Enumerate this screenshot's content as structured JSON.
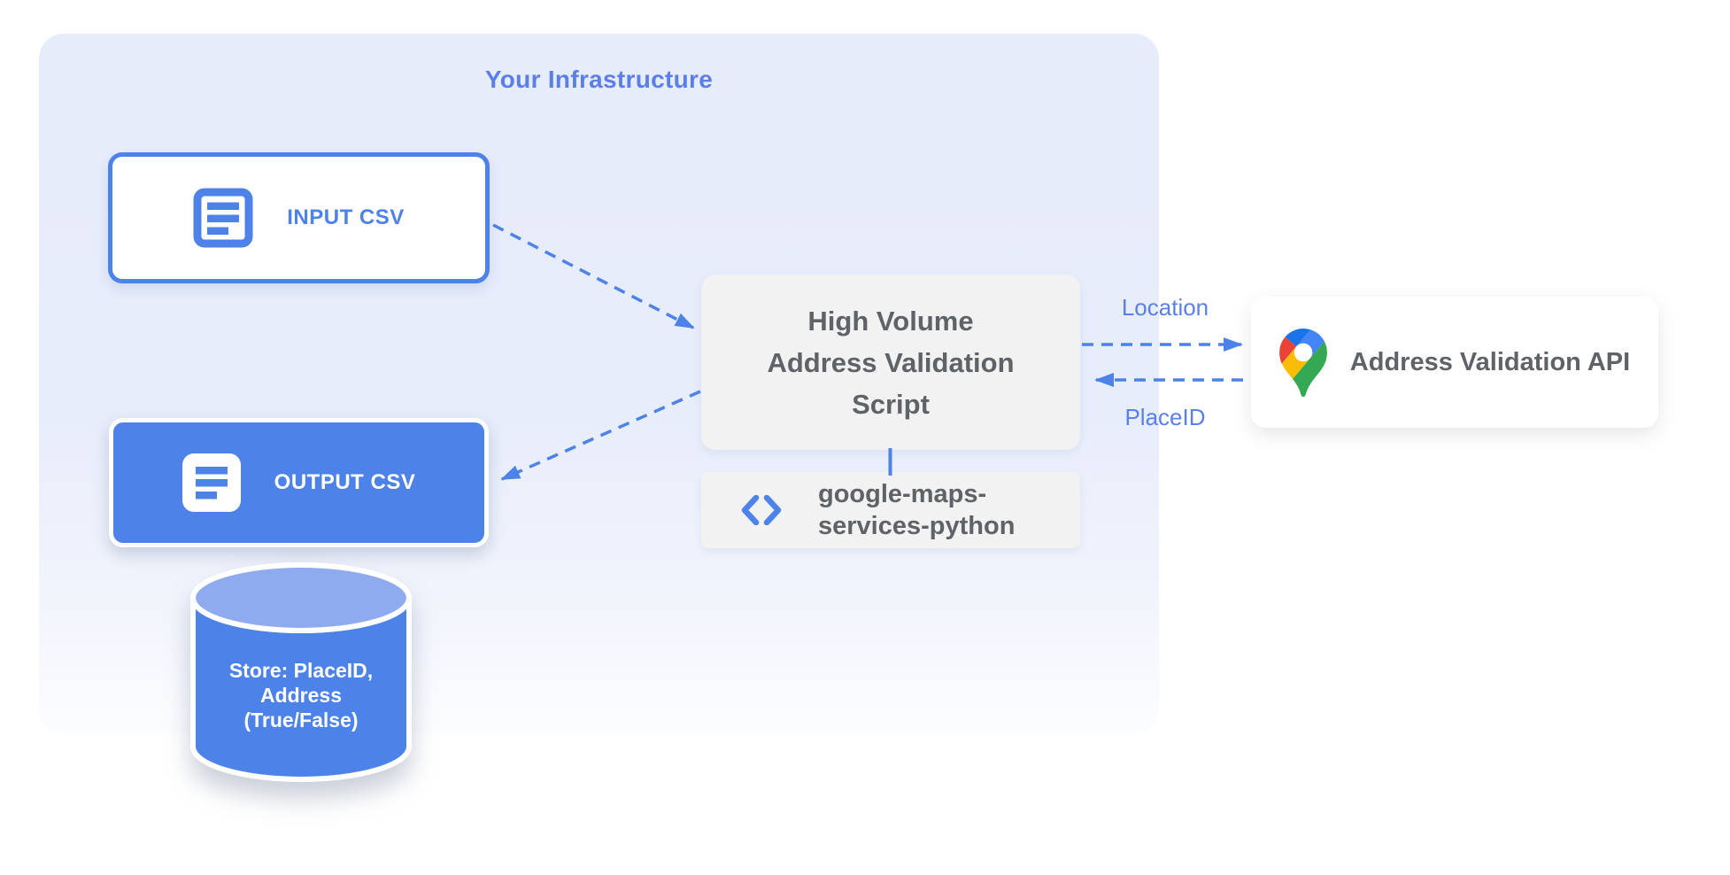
{
  "title": "Your Infrastructure",
  "nodes": {
    "input_csv": {
      "label": "INPUT CSV",
      "icon": "document-lines-icon"
    },
    "output_csv": {
      "label": "OUTPUT CSV",
      "icon": "document-lines-icon"
    },
    "datastore": {
      "line1": "Store: PlaceID,",
      "line2": "Address",
      "line3": "(True/False)"
    },
    "script": {
      "line1": "High Volume",
      "line2": "Address Validation",
      "line3": "Script"
    },
    "library": {
      "line1": "google-maps-",
      "line2": "services-python",
      "icon": "code-icon"
    },
    "api": {
      "label": "Address Validation API",
      "icon": "google-maps-pin-icon"
    }
  },
  "edges": {
    "location_label": "Location",
    "placeid_label": "PlaceID"
  },
  "colors": {
    "accent_blue": "#4d82e8",
    "label_blue": "#5b7fe9",
    "panel_background": "#e7ecfa",
    "node_gray": "#f2f2f2",
    "text_gray": "#5f6368",
    "cylinder_top": "#8fabf0",
    "white": "#ffffff",
    "pin_dark_blue": "#1a73e8",
    "pin_red": "#ea4335",
    "pin_blue": "#4285f4",
    "pin_yellow": "#fbbc04",
    "pin_green": "#34a853"
  }
}
